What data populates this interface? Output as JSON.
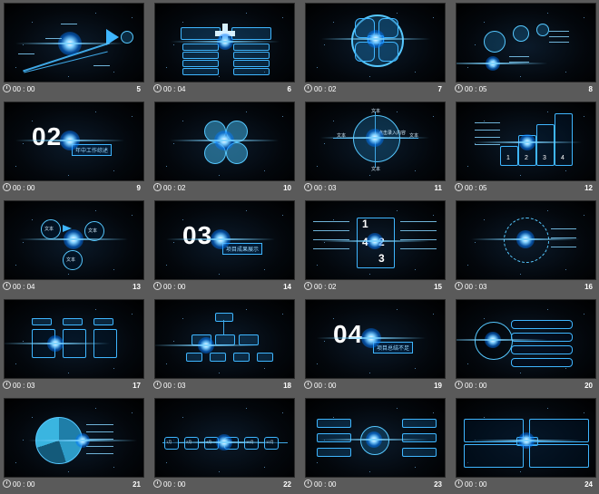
{
  "accent_color": "#3fb6ff",
  "slides": [
    {
      "num": "5",
      "time": "00 : 00",
      "kind": "arrow"
    },
    {
      "num": "6",
      "time": "00 : 04",
      "kind": "cross"
    },
    {
      "num": "7",
      "time": "00 : 02",
      "kind": "quad"
    },
    {
      "num": "8",
      "time": "00 : 05",
      "kind": "bubbles"
    },
    {
      "num": "9",
      "time": "00 : 00",
      "kind": "section",
      "big": "02",
      "caption": "年中工作综述"
    },
    {
      "num": "10",
      "time": "00 : 02",
      "kind": "fourcircles"
    },
    {
      "num": "11",
      "time": "00 : 03",
      "kind": "axis",
      "center": "点击录入内容",
      "label": "文本"
    },
    {
      "num": "12",
      "time": "00 : 05",
      "kind": "stairs",
      "steps": [
        "1",
        "2",
        "3",
        "4"
      ]
    },
    {
      "num": "13",
      "time": "00 : 04",
      "kind": "cycle3",
      "labels": [
        "文本",
        "文本",
        "文本"
      ]
    },
    {
      "num": "14",
      "time": "00 : 00",
      "kind": "section",
      "big": "03",
      "caption": "项目成果展示"
    },
    {
      "num": "15",
      "time": "00 : 02",
      "kind": "grid4",
      "digits": [
        "1",
        "2",
        "4",
        "3"
      ]
    },
    {
      "num": "16",
      "time": "00 : 03",
      "kind": "recycle"
    },
    {
      "num": "17",
      "time": "00 : 03",
      "kind": "flow3"
    },
    {
      "num": "18",
      "time": "00 : 03",
      "kind": "org"
    },
    {
      "num": "19",
      "time": "00 : 00",
      "kind": "section",
      "big": "04",
      "caption": "项目总结不足"
    },
    {
      "num": "20",
      "time": "00 : 00",
      "kind": "rings"
    },
    {
      "num": "21",
      "time": "00 : 00",
      "kind": "pie"
    },
    {
      "num": "22",
      "time": "00 : 00",
      "kind": "timeline",
      "hex": [
        "1月",
        "2月",
        "4月",
        "6月",
        "10月",
        "12月"
      ]
    },
    {
      "num": "23",
      "time": "00 : 00",
      "kind": "hub"
    },
    {
      "num": "24",
      "time": "00 : 00",
      "kind": "panels"
    }
  ]
}
